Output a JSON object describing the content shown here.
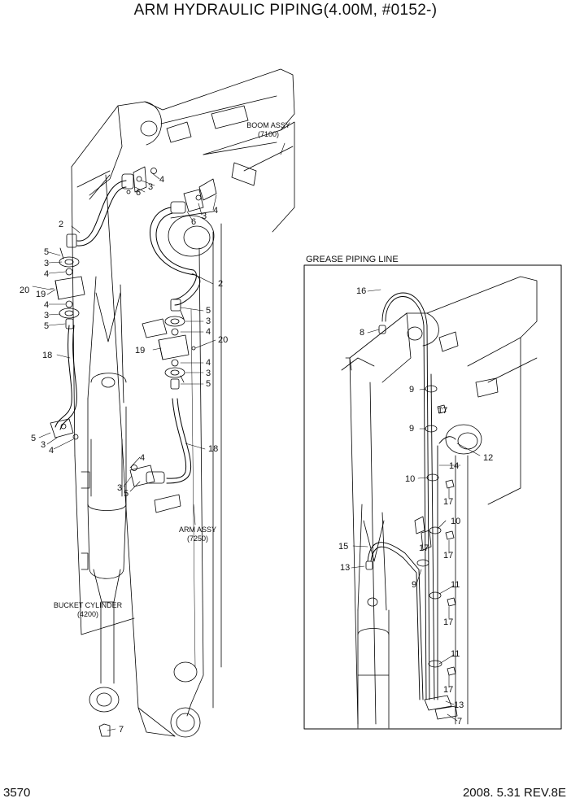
{
  "title": "ARM HYDRAULIC PIPING(4.00M, #0152-)",
  "page_number": "3570",
  "revision": "2008. 5.31  REV.8E",
  "labels": {
    "boom_assy": "BOOM ASSY",
    "boom_assy_no": "(7100)",
    "arm_assy": "ARM ASSY",
    "arm_assy_no": "(7250)",
    "bucket_cylinder": "BUCKET CYLINDER",
    "bucket_cylinder_no": "(4200)",
    "grease_piping_line": "GREASE PIPING LINE"
  },
  "callouts": [
    "2",
    "3",
    "4",
    "5",
    "6",
    "7",
    "8",
    "9",
    "10",
    "11",
    "12",
    "13",
    "14",
    "15",
    "16",
    "17",
    "18",
    "19",
    "20"
  ]
}
